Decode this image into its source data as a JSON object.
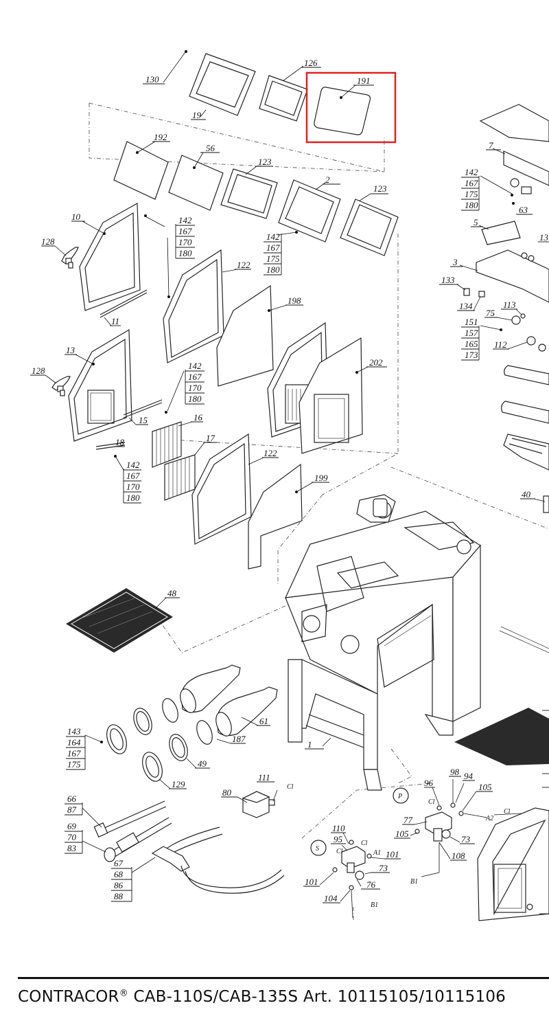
{
  "footer": {
    "brand": "CONTRACOR",
    "reg": "®",
    "models": "CAB-110S/CAB-135S Art. 10115105/10115106"
  },
  "highlight": {
    "part": "191",
    "color": "#e02020"
  },
  "labels": {
    "p130": "130",
    "p126": "126",
    "p19": "19",
    "p191": "191",
    "p192": "192",
    "p56": "56",
    "p123a": "123",
    "p2": "2",
    "p123b": "123",
    "p7": "7",
    "p63": "63",
    "p5": "5",
    "p3": "3",
    "p13r": "13",
    "p133": "133",
    "p134": "134",
    "p75": "75",
    "p113": "113",
    "p112": "112",
    "p10": "10",
    "p128a": "128",
    "p11": "11",
    "p122a": "122",
    "p198": "198",
    "p13": "13",
    "p128b": "128",
    "p202": "202",
    "p15": "15",
    "p16": "16",
    "p17": "17",
    "p18": "18",
    "p122b": "122",
    "p199": "199",
    "p40": "40",
    "p48": "48",
    "p61": "61",
    "p187": "187",
    "p49": "49",
    "p129": "129",
    "p1": "1",
    "p111": "111",
    "p80": "80",
    "p96": "96",
    "p98": "98",
    "p94": "94",
    "p105a": "105",
    "p77": "77",
    "p105b": "105",
    "p73a": "73",
    "p108": "108",
    "p110": "110",
    "p95": "95",
    "p101a": "101",
    "p73b": "73",
    "p101b": "101",
    "p76": "76",
    "p104": "104"
  },
  "stacks": {
    "s1": [
      "142",
      "167",
      "175",
      "180"
    ],
    "s2": [
      "142",
      "167",
      "170",
      "180"
    ],
    "s3": [
      "142",
      "167",
      "175",
      "180"
    ],
    "s4": [
      "151",
      "157",
      "165",
      "173"
    ],
    "s5": [
      "142",
      "167",
      "170",
      "180"
    ],
    "s6": [
      "142",
      "167",
      "170",
      "180"
    ],
    "s7": [
      "143",
      "164",
      "167",
      "175"
    ],
    "s8": [
      "66",
      "87"
    ],
    "s9": [
      "69",
      "70",
      "83"
    ],
    "s10": [
      "67",
      "68",
      "86",
      "88"
    ]
  },
  "markers": {
    "p": "P",
    "s": "S",
    "a1": "A1",
    "a2": "A2",
    "b1a": "B1",
    "b1b": "B1",
    "cl": "Cl"
  }
}
